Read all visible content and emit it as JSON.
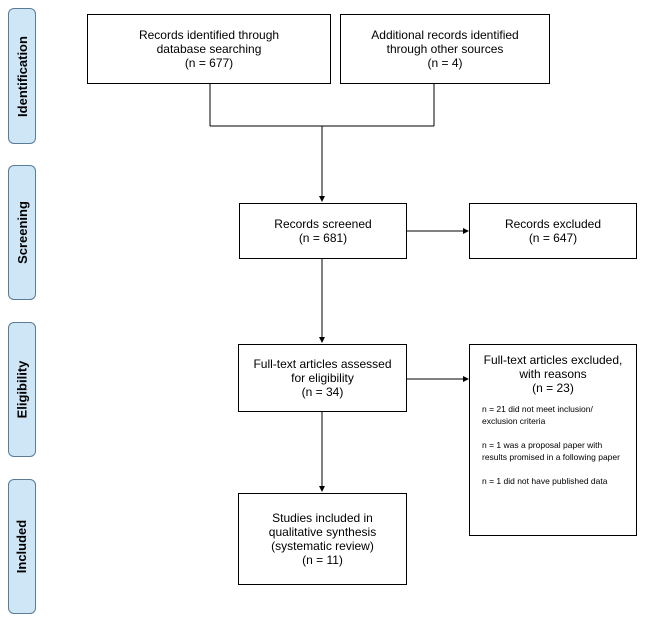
{
  "stages": [
    {
      "id": "identification",
      "label": "Identification"
    },
    {
      "id": "screening",
      "label": "Screening"
    },
    {
      "id": "eligibility",
      "label": "Eligibility"
    },
    {
      "id": "included",
      "label": "Included"
    }
  ],
  "boxes": {
    "records_identified": {
      "lines": [
        "Records identified through",
        "database searching",
        "(n = 677)"
      ]
    },
    "additional_records": {
      "lines": [
        "Additional records identified",
        "through other sources",
        "(n = 4)"
      ]
    },
    "records_screened": {
      "lines": [
        "Records screened",
        "(n = 681)"
      ]
    },
    "records_excluded": {
      "lines": [
        "Records excluded",
        "(n = 647)"
      ]
    },
    "fulltext_assessed": {
      "lines": [
        "Full-text articles assessed",
        "for eligibility",
        "(n = 34)"
      ]
    },
    "fulltext_excluded": {
      "lines": [
        "Full-text articles excluded,",
        "with reasons",
        "(n = 23)"
      ],
      "reasons": [
        "n = 21 did not meet inclusion/ exclusion criteria",
        "n = 1 was a proposal paper with results promised in a following paper",
        "n = 1 did not have published data"
      ]
    },
    "studies_included": {
      "lines": [
        "Studies included in",
        "qualitative synthesis",
        "(systematic review)",
        "(n = 11)"
      ]
    }
  }
}
